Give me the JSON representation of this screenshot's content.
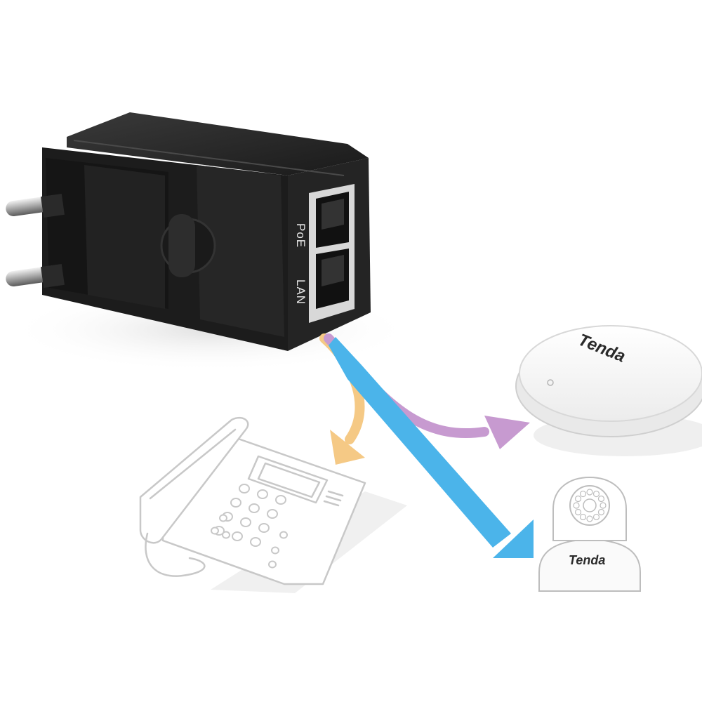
{
  "adapter": {
    "ports": [
      {
        "label": "PoE"
      },
      {
        "label": "LAN"
      }
    ]
  },
  "devices": {
    "access_point": {
      "brand": "Tenda"
    },
    "camera": {
      "brand": "Tenda"
    }
  },
  "colors": {
    "telephone_arrow": "#f5c985",
    "access_point_arrow": "#c79ad0",
    "camera_arrow": "#4bb4ea",
    "adapter_body": "#1e1e1e"
  }
}
